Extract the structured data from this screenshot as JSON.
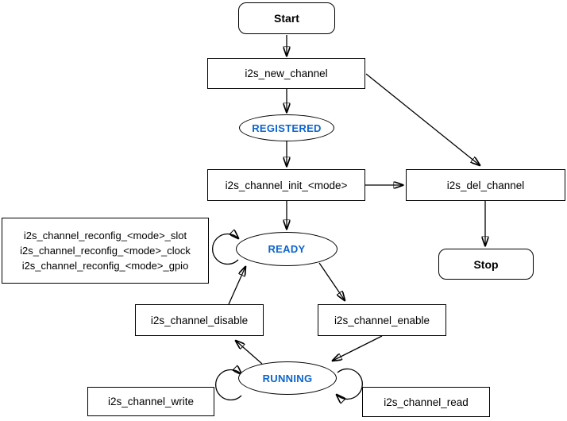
{
  "colors": {
    "accent": "#0B64CE",
    "line": "#000000",
    "background": "#FFFFFF"
  },
  "nodes": {
    "start": {
      "label": "Start"
    },
    "new_channel": {
      "label": "i2s_new_channel"
    },
    "registered": {
      "label": "REGISTERED"
    },
    "init": {
      "label": "i2s_channel_init_<mode>"
    },
    "del": {
      "label": "i2s_del_channel"
    },
    "stop": {
      "label": "Stop"
    },
    "reconfig": {
      "lines": [
        "i2s_channel_reconfig_<mode>_slot",
        "i2s_channel_reconfig_<mode>_clock",
        "i2s_channel_reconfig_<mode>_gpio"
      ]
    },
    "ready": {
      "label": "READY"
    },
    "disable": {
      "label": "i2s_channel_disable"
    },
    "enable": {
      "label": "i2s_channel_enable"
    },
    "running": {
      "label": "RUNNING"
    },
    "write": {
      "label": "i2s_channel_write"
    },
    "read": {
      "label": "i2s_channel_read"
    }
  }
}
